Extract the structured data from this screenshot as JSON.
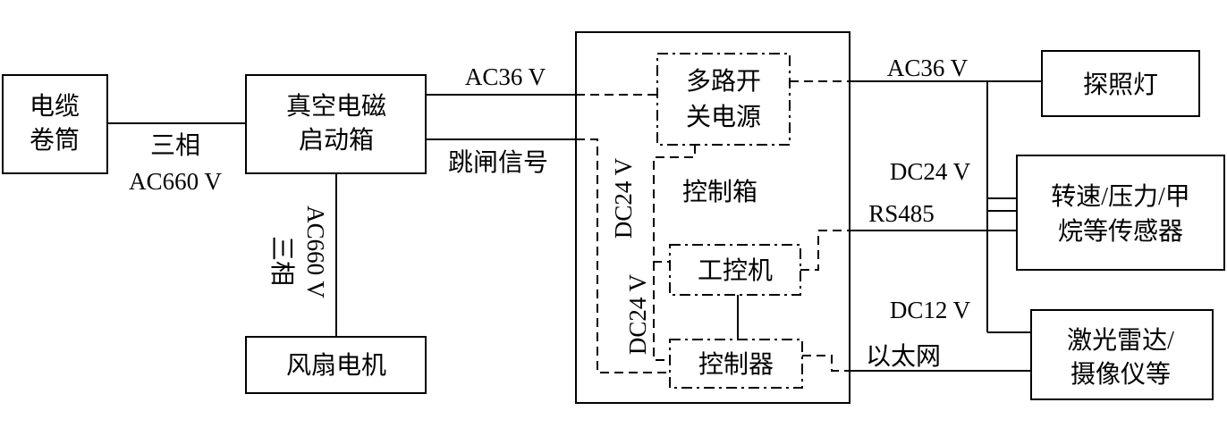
{
  "blocks": {
    "cable_drum": [
      "电缆",
      "卷筒"
    ],
    "vacuum_starter": [
      "真空电磁",
      "启动箱"
    ],
    "fan_motor": "风扇电机",
    "control_box": "控制箱",
    "switch_psu": [
      "多路开",
      "关电源"
    ],
    "ipc": "工控机",
    "controller": "控制器",
    "searchlight": "探照灯",
    "sensors": [
      "转速/压力/甲",
      "烷等传感器"
    ],
    "lidar_camera": [
      "激光雷达/",
      "摄像仪等"
    ]
  },
  "labels": {
    "three_phase_a": "三相",
    "ac660_a": "AC660 V",
    "three_phase_b": "三相",
    "ac660_b": "AC660 V",
    "ac36_in": "AC36 V",
    "trip_signal": "跳闸信号",
    "dc24_upper": "DC24 V",
    "dc24_lower": "DC24 V",
    "ac36_out": "AC36 V",
    "dc24_out": "DC24 V",
    "rs485": "RS485",
    "dc12_out": "DC12 V",
    "ethernet": "以太网"
  }
}
